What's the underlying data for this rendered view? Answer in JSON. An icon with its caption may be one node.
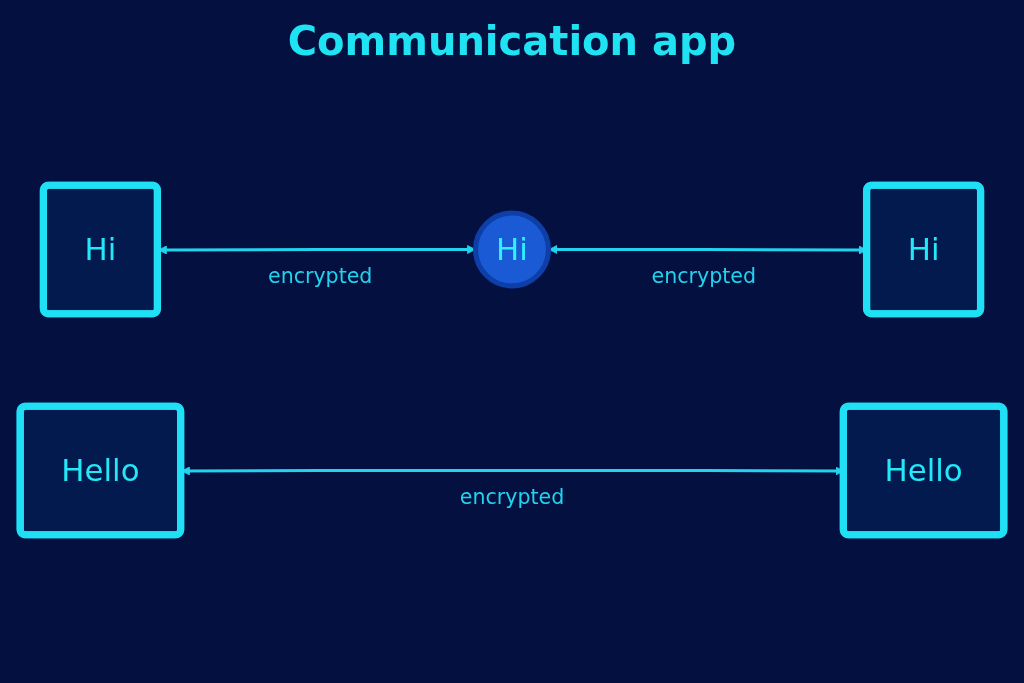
{
  "diagram": {
    "title": "Communication app",
    "nodes": [
      {
        "text": [
          "Hi"
        ]
      },
      {
        "text": [
          "Hi"
        ]
      },
      {
        "text": [
          "Hi"
        ]
      },
      {
        "text": [
          "Hello"
        ]
      },
      {
        "text": [
          "Hello"
        ]
      }
    ],
    "edges": [
      {
        "from": 0,
        "to": 1,
        "arrow": "both",
        "label": "encrypted"
      },
      {
        "from": 1,
        "to": 2,
        "arrow": "both",
        "label": "encrypted"
      },
      {
        "from": 3,
        "to": 4,
        "arrow": "both",
        "label": "encrypted"
      }
    ]
  }
}
